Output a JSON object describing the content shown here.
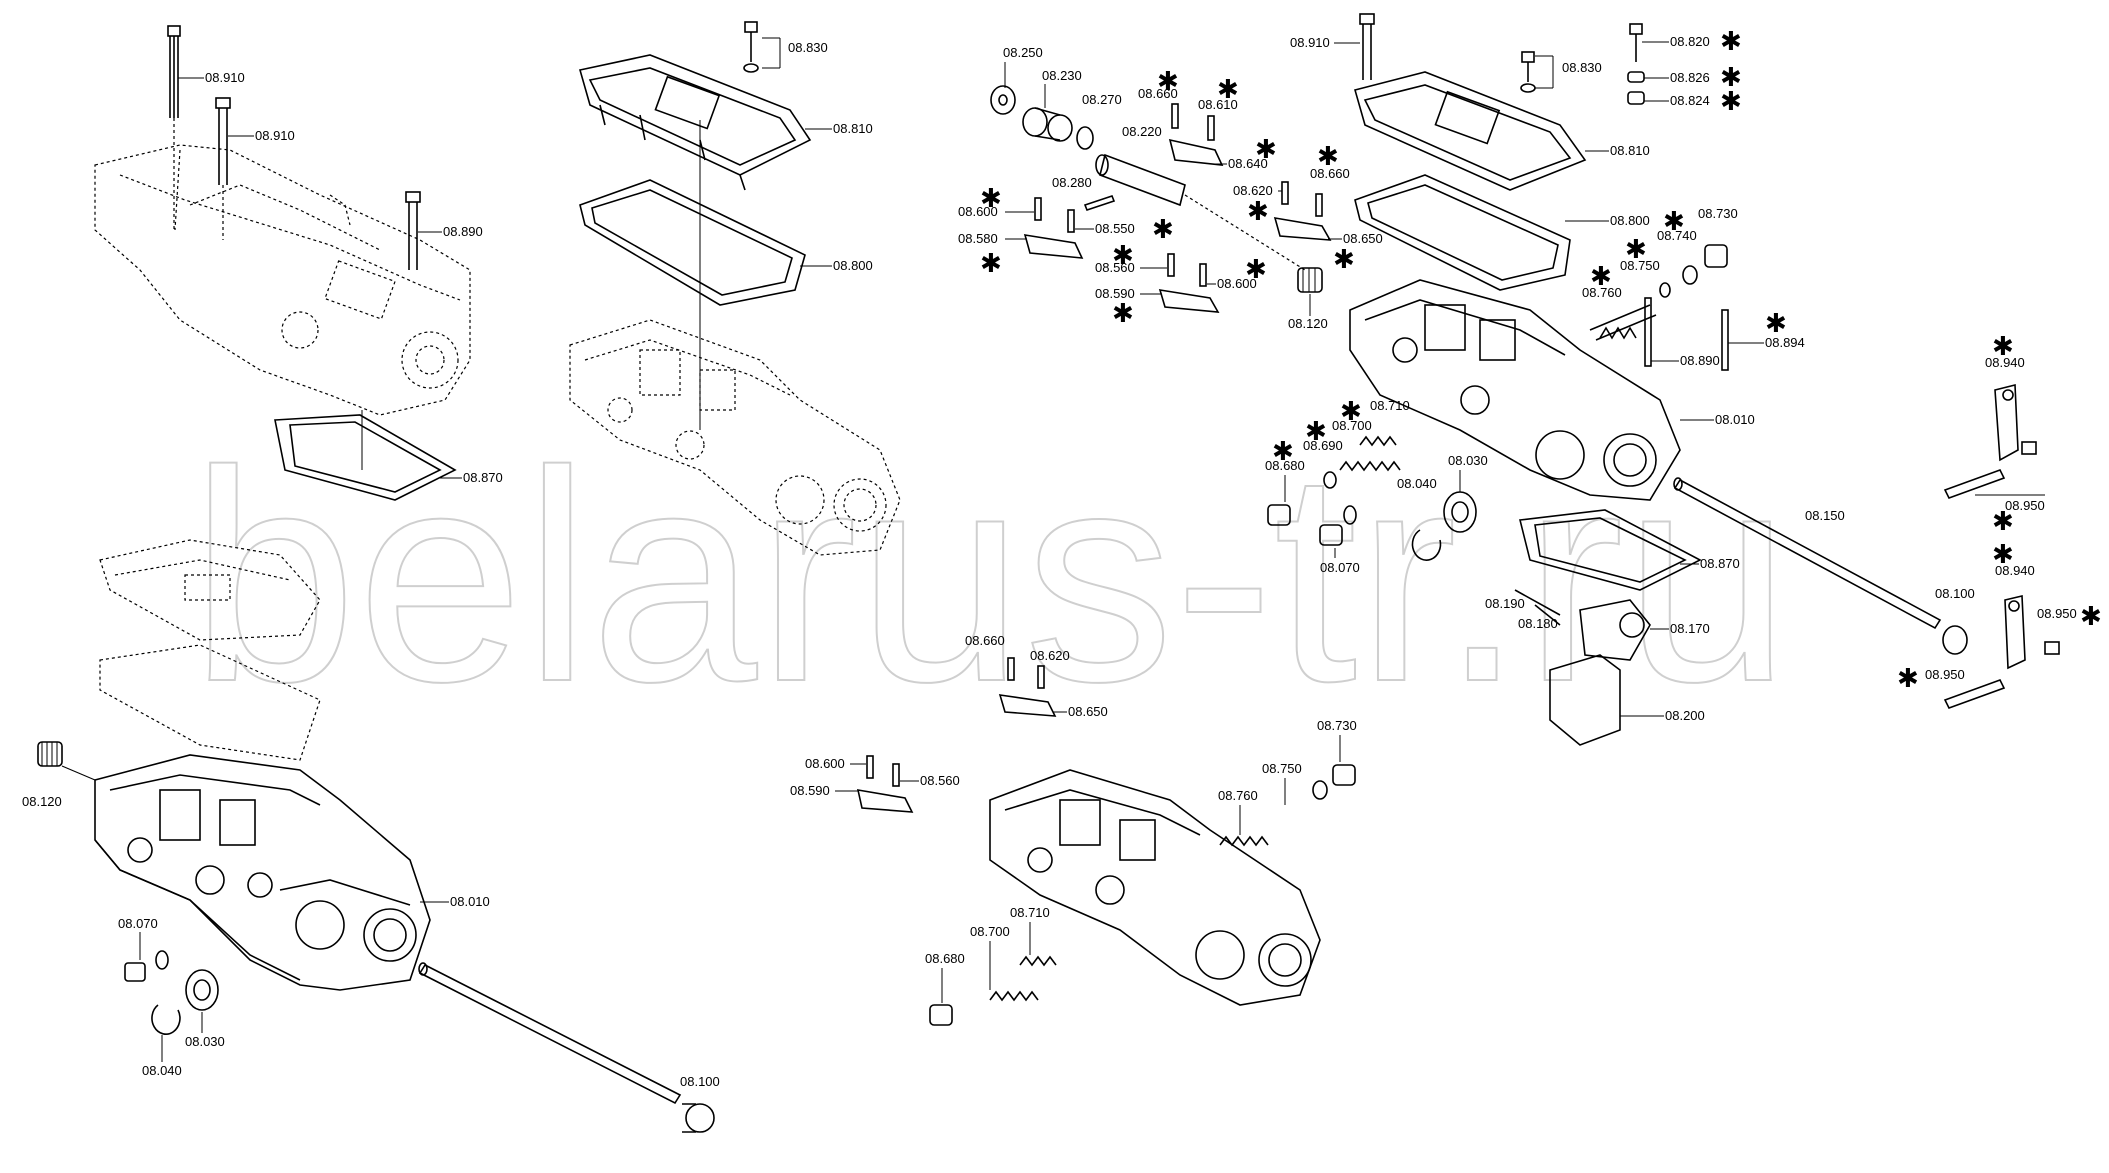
{
  "watermark": "belarus-tr.ru",
  "labels": [
    "08.910",
    "08.910",
    "08.890",
    "08.870",
    "08.120",
    "08.010",
    "08.070",
    "08.040",
    "08.030",
    "08.100",
    "08.830",
    "08.810",
    "08.800",
    "08.250",
    "08.230",
    "08.270",
    "08.660",
    "08.610",
    "08.220",
    "08.640",
    "08.280",
    "08.600",
    "08.550",
    "08.580",
    "08.560",
    "08.600",
    "08.590",
    "08.620",
    "08.660",
    "08.650",
    "08.120",
    "08.910",
    "08.830",
    "08.820",
    "08.826",
    "08.824",
    "08.810",
    "08.800",
    "08.730",
    "08.740",
    "08.750",
    "08.760",
    "08.894",
    "08.890",
    "08.010",
    "08.710",
    "08.700",
    "08.690",
    "08.680",
    "08.040",
    "08.030",
    "08.070",
    "08.870",
    "08.150",
    "08.940",
    "08.950",
    "08.940",
    "08.950",
    "08.950",
    "08.100",
    "08.190",
    "08.180",
    "08.170",
    "08.200",
    "08.660",
    "08.620",
    "08.650",
    "08.600",
    "08.590",
    "08.560",
    "08.730",
    "08.750",
    "08.760",
    "08.710",
    "08.700",
    "08.680"
  ],
  "star_symbol": "✱",
  "icons": [
    "exploded-assembly-drawing"
  ]
}
